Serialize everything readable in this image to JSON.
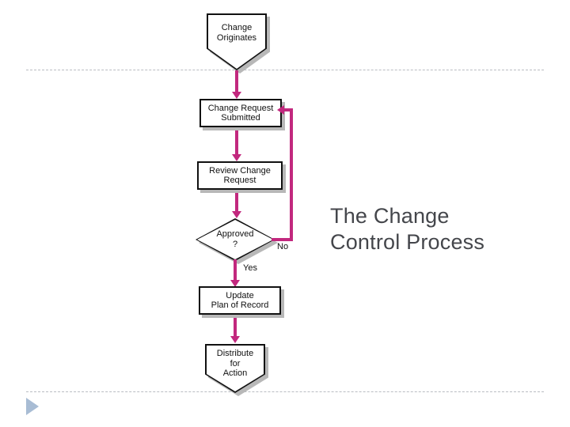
{
  "slide": {
    "title": "The Change\nControl Process",
    "accent_color": "#c2287e",
    "title_color": "#44464b",
    "rule_color": "#b9bcc2",
    "triangle_color": "#a8bcd4",
    "shadow_color": "#b8b8b8",
    "outline_color": "#111111"
  },
  "chart_data": {
    "type": "flowchart",
    "title": "The Change Control Process",
    "nodes": [
      {
        "id": "n1",
        "shape": "pentagon",
        "label": "Change\nOriginates"
      },
      {
        "id": "n2",
        "shape": "rectangle",
        "label": "Change Request\nSubmitted"
      },
      {
        "id": "n3",
        "shape": "rectangle",
        "label": "Review Change\nRequest"
      },
      {
        "id": "n4",
        "shape": "diamond",
        "label": "Approved\n?"
      },
      {
        "id": "n5",
        "shape": "rectangle",
        "label": "Update\nPlan of Record"
      },
      {
        "id": "n6",
        "shape": "pentagon",
        "label": "Distribute\nfor\nAction"
      }
    ],
    "edges": [
      {
        "from": "n1",
        "to": "n2",
        "label": ""
      },
      {
        "from": "n2",
        "to": "n3",
        "label": ""
      },
      {
        "from": "n3",
        "to": "n4",
        "label": ""
      },
      {
        "from": "n4",
        "to": "n5",
        "label": "Yes"
      },
      {
        "from": "n4",
        "to": "n2",
        "label": "No"
      },
      {
        "from": "n5",
        "to": "n6",
        "label": ""
      }
    ],
    "edge_labels": {
      "yes": "Yes",
      "no": "No"
    }
  }
}
